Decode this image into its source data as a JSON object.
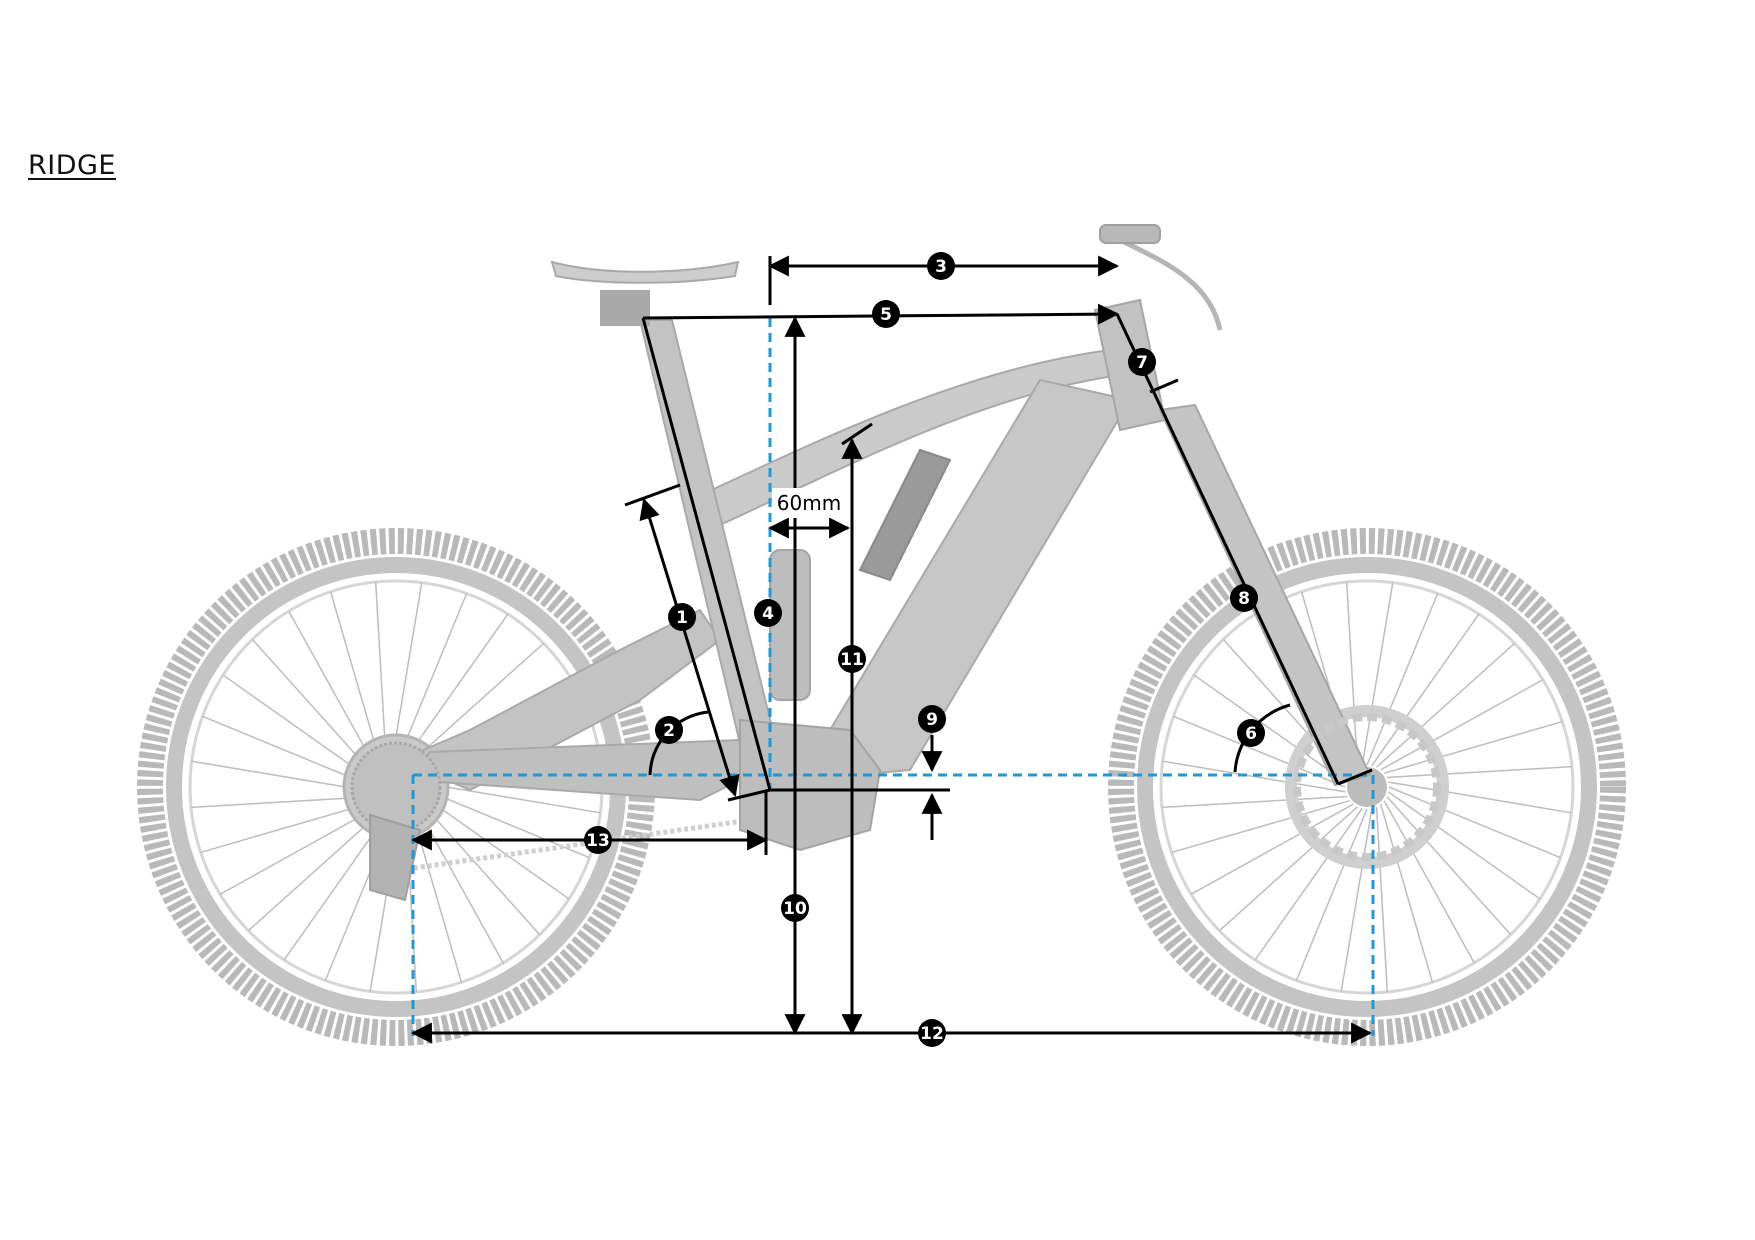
{
  "title": "RIDGE",
  "colors": {
    "bike_fill": "#c6c6c6",
    "bike_stroke": "#a8a8a8",
    "tire": "#b6b6b6",
    "dimension_line": "#000000",
    "reference_line": "#1a9ad8",
    "marker_fill": "#000000",
    "marker_text": "#ffffff"
  },
  "annotations": {
    "offset_label": "60mm"
  },
  "markers": [
    "1",
    "2",
    "3",
    "4",
    "5",
    "6",
    "7",
    "8",
    "9",
    "10",
    "11",
    "12",
    "13"
  ]
}
